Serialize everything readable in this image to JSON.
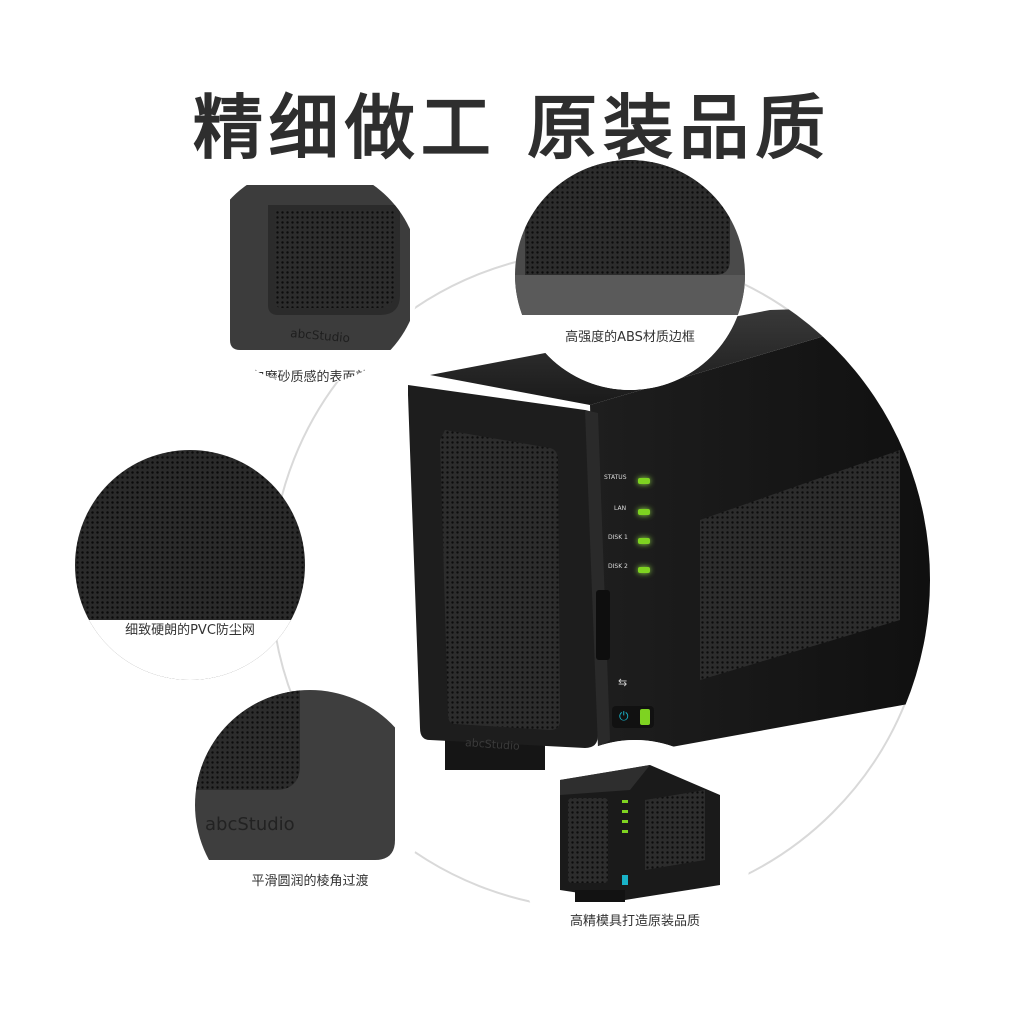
{
  "title": "精细做工 原装品质",
  "callouts": [
    {
      "caption": "均匀磨砂质感的表面效果"
    },
    {
      "caption": "高强度的ABS材质边框"
    },
    {
      "caption": "细致硬朗的PVC防尘网"
    },
    {
      "caption": "平滑圆润的棱角过渡"
    },
    {
      "caption": "高精模具打造原装品质"
    }
  ],
  "device": {
    "brand": "abcStudio",
    "leds": [
      {
        "label": "STATUS"
      },
      {
        "label": "LAN"
      },
      {
        "label": "DISK 1"
      },
      {
        "label": "DISK 2"
      }
    ]
  },
  "colors": {
    "led": "#7ed321",
    "body": "#1b1b1b",
    "title": "#2e2e2e"
  }
}
